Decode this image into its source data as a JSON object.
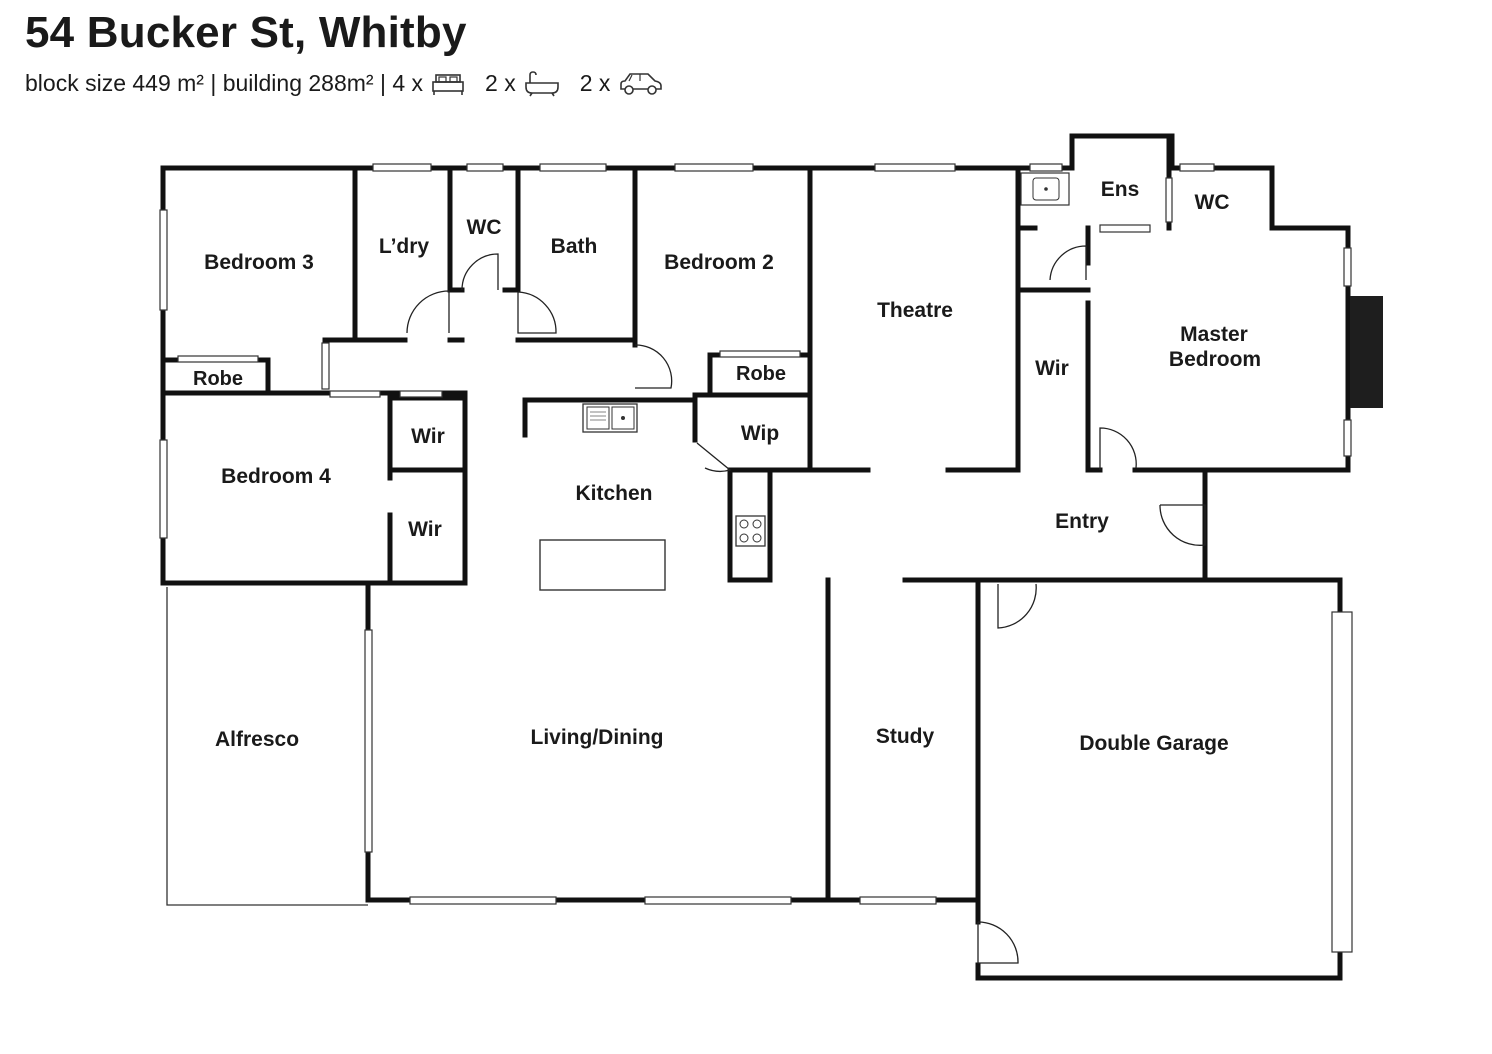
{
  "header": {
    "title": "54 Bucker St, Whitby",
    "block_text": "block size 449 m² | building 288m² | 4 x",
    "bath_text": "2 x",
    "car_text": "2 x",
    "icons": [
      "bed-icon",
      "bath-icon",
      "car-icon"
    ]
  },
  "rooms": {
    "bedroom3": "Bedroom 3",
    "laundry": "L’dry",
    "wc1": "WC",
    "bath": "Bath",
    "bedroom2": "Bedroom 2",
    "theatre": "Theatre",
    "ensuite": "Ens",
    "wc2": "WC",
    "master": "Master",
    "master2": "Bedroom",
    "robe1": "Robe",
    "robe2": "Robe",
    "bedroom4": "Bedroom 4",
    "wir1": "Wir",
    "wir2": "Wir",
    "wir3": "Wir",
    "kitchen": "Kitchen",
    "wip": "Wip",
    "entry": "Entry",
    "alfresco": "Alfresco",
    "living": "Living/Dining",
    "study": "Study",
    "garage": "Double Garage"
  }
}
